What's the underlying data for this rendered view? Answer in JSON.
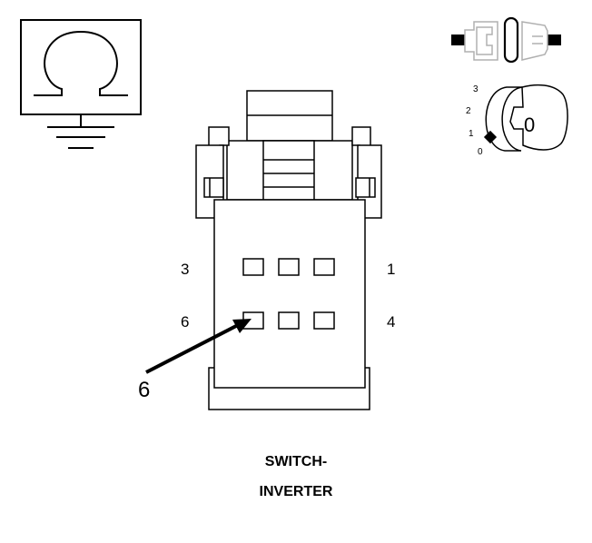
{
  "caption": {
    "line1": "SWITCH-",
    "line2": "INVERTER"
  },
  "meter_symbol": {
    "glyph": "Ω"
  },
  "ignition_key": {
    "positions": [
      "3",
      "2",
      "1",
      "0"
    ],
    "key_label": "0"
  },
  "connector": {
    "pin_labels": {
      "top_left": "3",
      "top_right": "1",
      "bottom_left": "6",
      "bottom_right": "4"
    },
    "callout": "6"
  },
  "colors": {
    "line": "#000000",
    "background": "#ffffff",
    "key_outline": "#b0b0b0"
  }
}
